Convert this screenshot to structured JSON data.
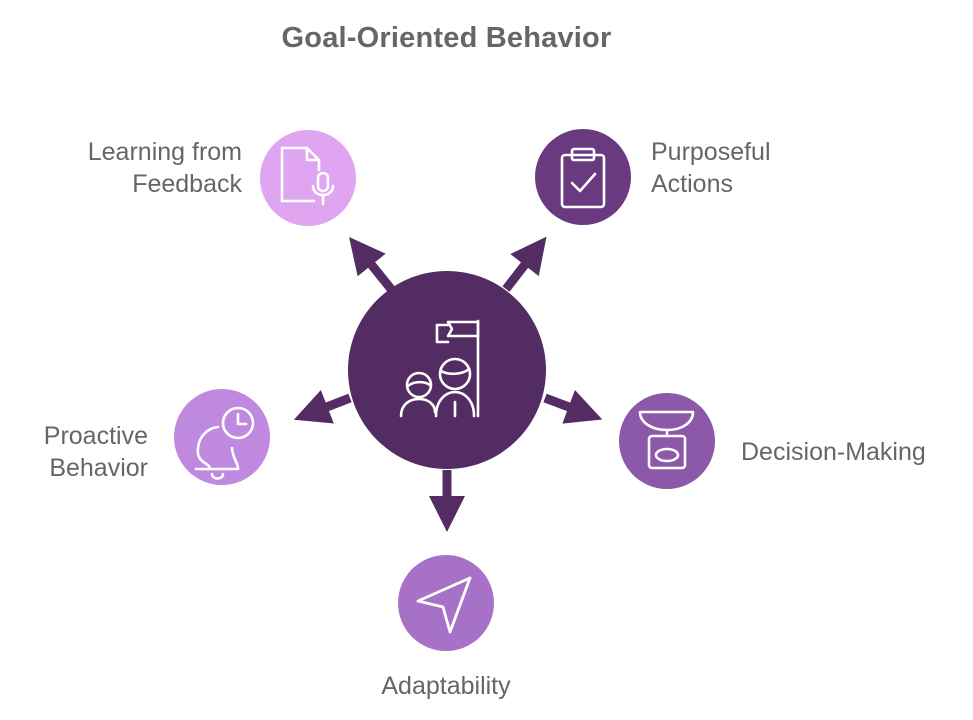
{
  "title": "Goal-Oriented Behavior",
  "center": {
    "icon": "team-goal-flag-icon",
    "color": "#542c64"
  },
  "nodes": [
    {
      "id": "learning-from-feedback",
      "label": "Learning from\nFeedback",
      "icon": "document-microphone-icon",
      "color": "#e0a5f0"
    },
    {
      "id": "purposeful-actions",
      "label": "Purposeful\nActions",
      "icon": "clipboard-check-icon",
      "color": "#6a3a80"
    },
    {
      "id": "proactive-behavior",
      "label": "Proactive\nBehavior",
      "icon": "bell-clock-icon",
      "color": "#c089e0"
    },
    {
      "id": "decision-making",
      "label": "Decision-Making",
      "icon": "scale-icon",
      "color": "#8c58a8"
    },
    {
      "id": "adaptability",
      "label": "Adaptability",
      "icon": "navigation-arrow-icon",
      "color": "#a671c6"
    }
  ],
  "arrow_color": "#542c64"
}
